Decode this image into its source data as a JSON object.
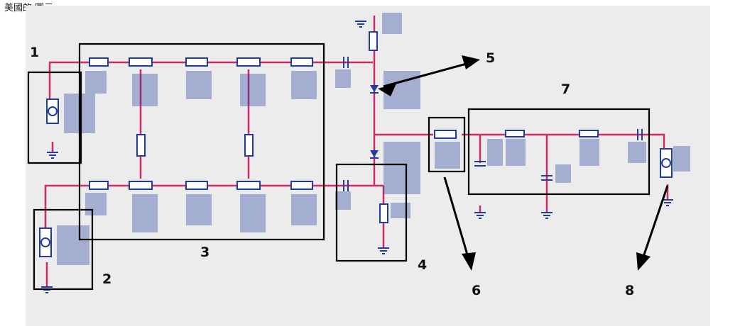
{
  "caption": "美國的 圖示",
  "callouts": [
    "1",
    "2",
    "3",
    "4",
    "5",
    "6",
    "7",
    "8"
  ]
}
